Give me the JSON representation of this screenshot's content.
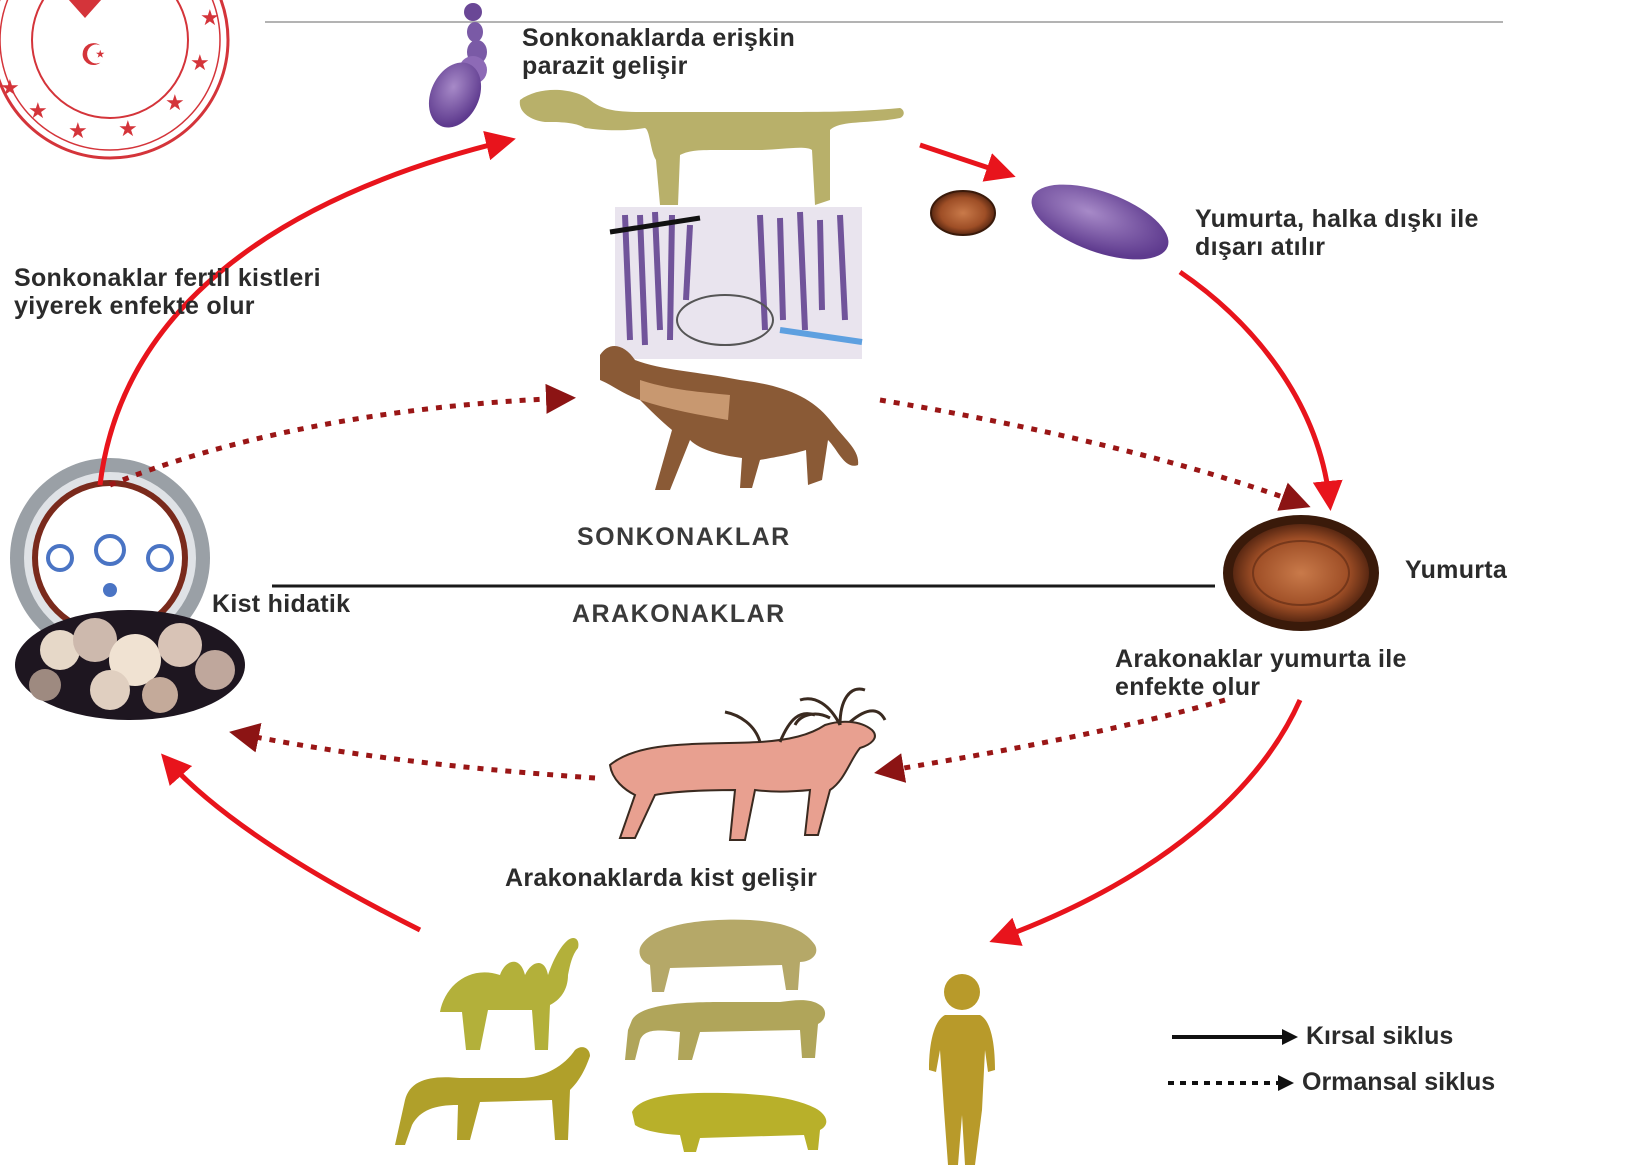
{
  "labels": {
    "definitive_adult": [
      "Sonkonaklarda erişkin",
      "parazit gelişir"
    ],
    "egg_excreted": [
      "Yumurta, halka dışkı ile",
      "dışarı atılır"
    ],
    "definitive_infected": [
      "Sonkonaklar fertil kistleri",
      "yiyerek enfekte olur"
    ],
    "definitive_hosts": "SONKONAKLAR",
    "intermediate_hosts": "ARAKONAKLAR",
    "egg": "Yumurta",
    "hydatid_cyst": "Kist hidatik",
    "intermediate_infected": [
      "Arakonaklar yumurta ile",
      "enfekte olur"
    ],
    "intermediate_cyst": "Arakonaklarda kist gelişir"
  },
  "legend": {
    "rural": "Kırsal siklus",
    "sylvatic": "Ormansal siklus"
  },
  "icons": [
    "ministry-seal-icon",
    "adult-worm-icon",
    "dog-icon",
    "intestine-micrograph-icon",
    "wolf-icon",
    "egg-icon",
    "proglottid-icon",
    "cyst-icon",
    "deer-icon",
    "camel-icon",
    "sheep-icon",
    "cow-icon",
    "horse-icon",
    "pig-icon",
    "human-icon"
  ],
  "colors": {
    "solid_arrow": "#e8141c",
    "dotted_arrow": "#9a1616",
    "host_silhouette": "#b8b06a",
    "worm": "#7a4fa3",
    "egg": "#a85a30"
  }
}
